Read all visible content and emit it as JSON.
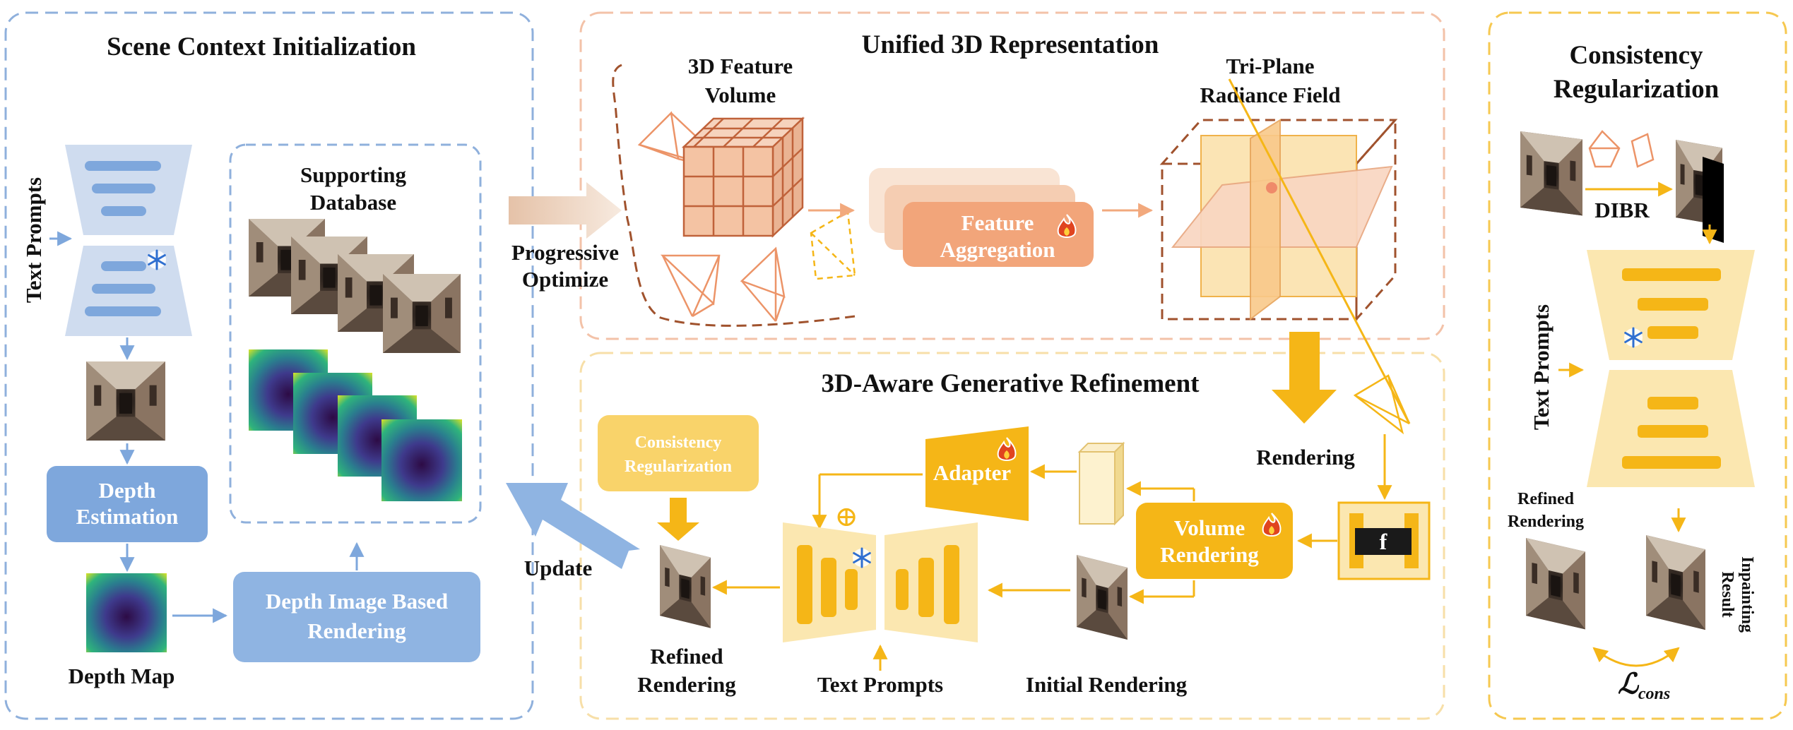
{
  "panels": {
    "scene": {
      "title": "Scene Context Initialization"
    },
    "unified": {
      "title": "Unified 3D Representation"
    },
    "refinement": {
      "title": "3D-Aware Generative Refinement"
    },
    "consistency": {
      "title_line1": "Consistency",
      "title_line2": "Regularization"
    }
  },
  "scene": {
    "text_prompts": "Text Prompts",
    "supporting_db_line1": "Supporting",
    "supporting_db_line2": "Database",
    "depth_estimation_line1": "Depth",
    "depth_estimation_line2": "Estimation",
    "depth_map": "Depth Map",
    "dibr_line1": "Depth Image Based",
    "dibr_line2": "Rendering"
  },
  "unified": {
    "feature_volume_line1": "3D Feature",
    "feature_volume_line2": "Volume",
    "feature_aggregation_line1": "Feature",
    "feature_aggregation_line2": "Aggregation",
    "triplane_line1": "Tri-Plane",
    "triplane_line2": "Radiance Field",
    "progressive_line1": "Progressive",
    "progressive_line2": "Optimize"
  },
  "refinement": {
    "rendering": "Rendering",
    "consistency_line1": "Consistency",
    "consistency_line2": "Regularization",
    "adapter": "Adapter",
    "volume_rendering_line1": "Volume",
    "volume_rendering_line2": "Rendering",
    "f_label": "f",
    "update": "Update",
    "refined_line1": "Refined",
    "refined_line2": "Rendering",
    "text_prompts": "Text Prompts",
    "initial_rendering": "Initial Rendering",
    "plus": "⊕"
  },
  "consistency": {
    "dibr": "DIBR",
    "text_prompts": "Text Prompts",
    "refined_line1": "Refined",
    "refined_line2": "Rendering",
    "inpainting_line1": "Inpainting",
    "inpainting_line2": "Result",
    "loss_main": "ℒ",
    "loss_sub": "cons"
  },
  "icons": [
    "snowflake-icon",
    "flame-icon",
    "camera-frustum-icon",
    "corridor-image",
    "depth-map-image"
  ],
  "colors": {
    "scene_border": "#8fb0dc",
    "blue_box": "#7ea7dc",
    "unified_border": "#f3c2a8",
    "orange": "#f2a97d",
    "refine_border": "#f7dfa8",
    "yellow": "#f5b617",
    "light_yellow": "#fbe7b0"
  }
}
